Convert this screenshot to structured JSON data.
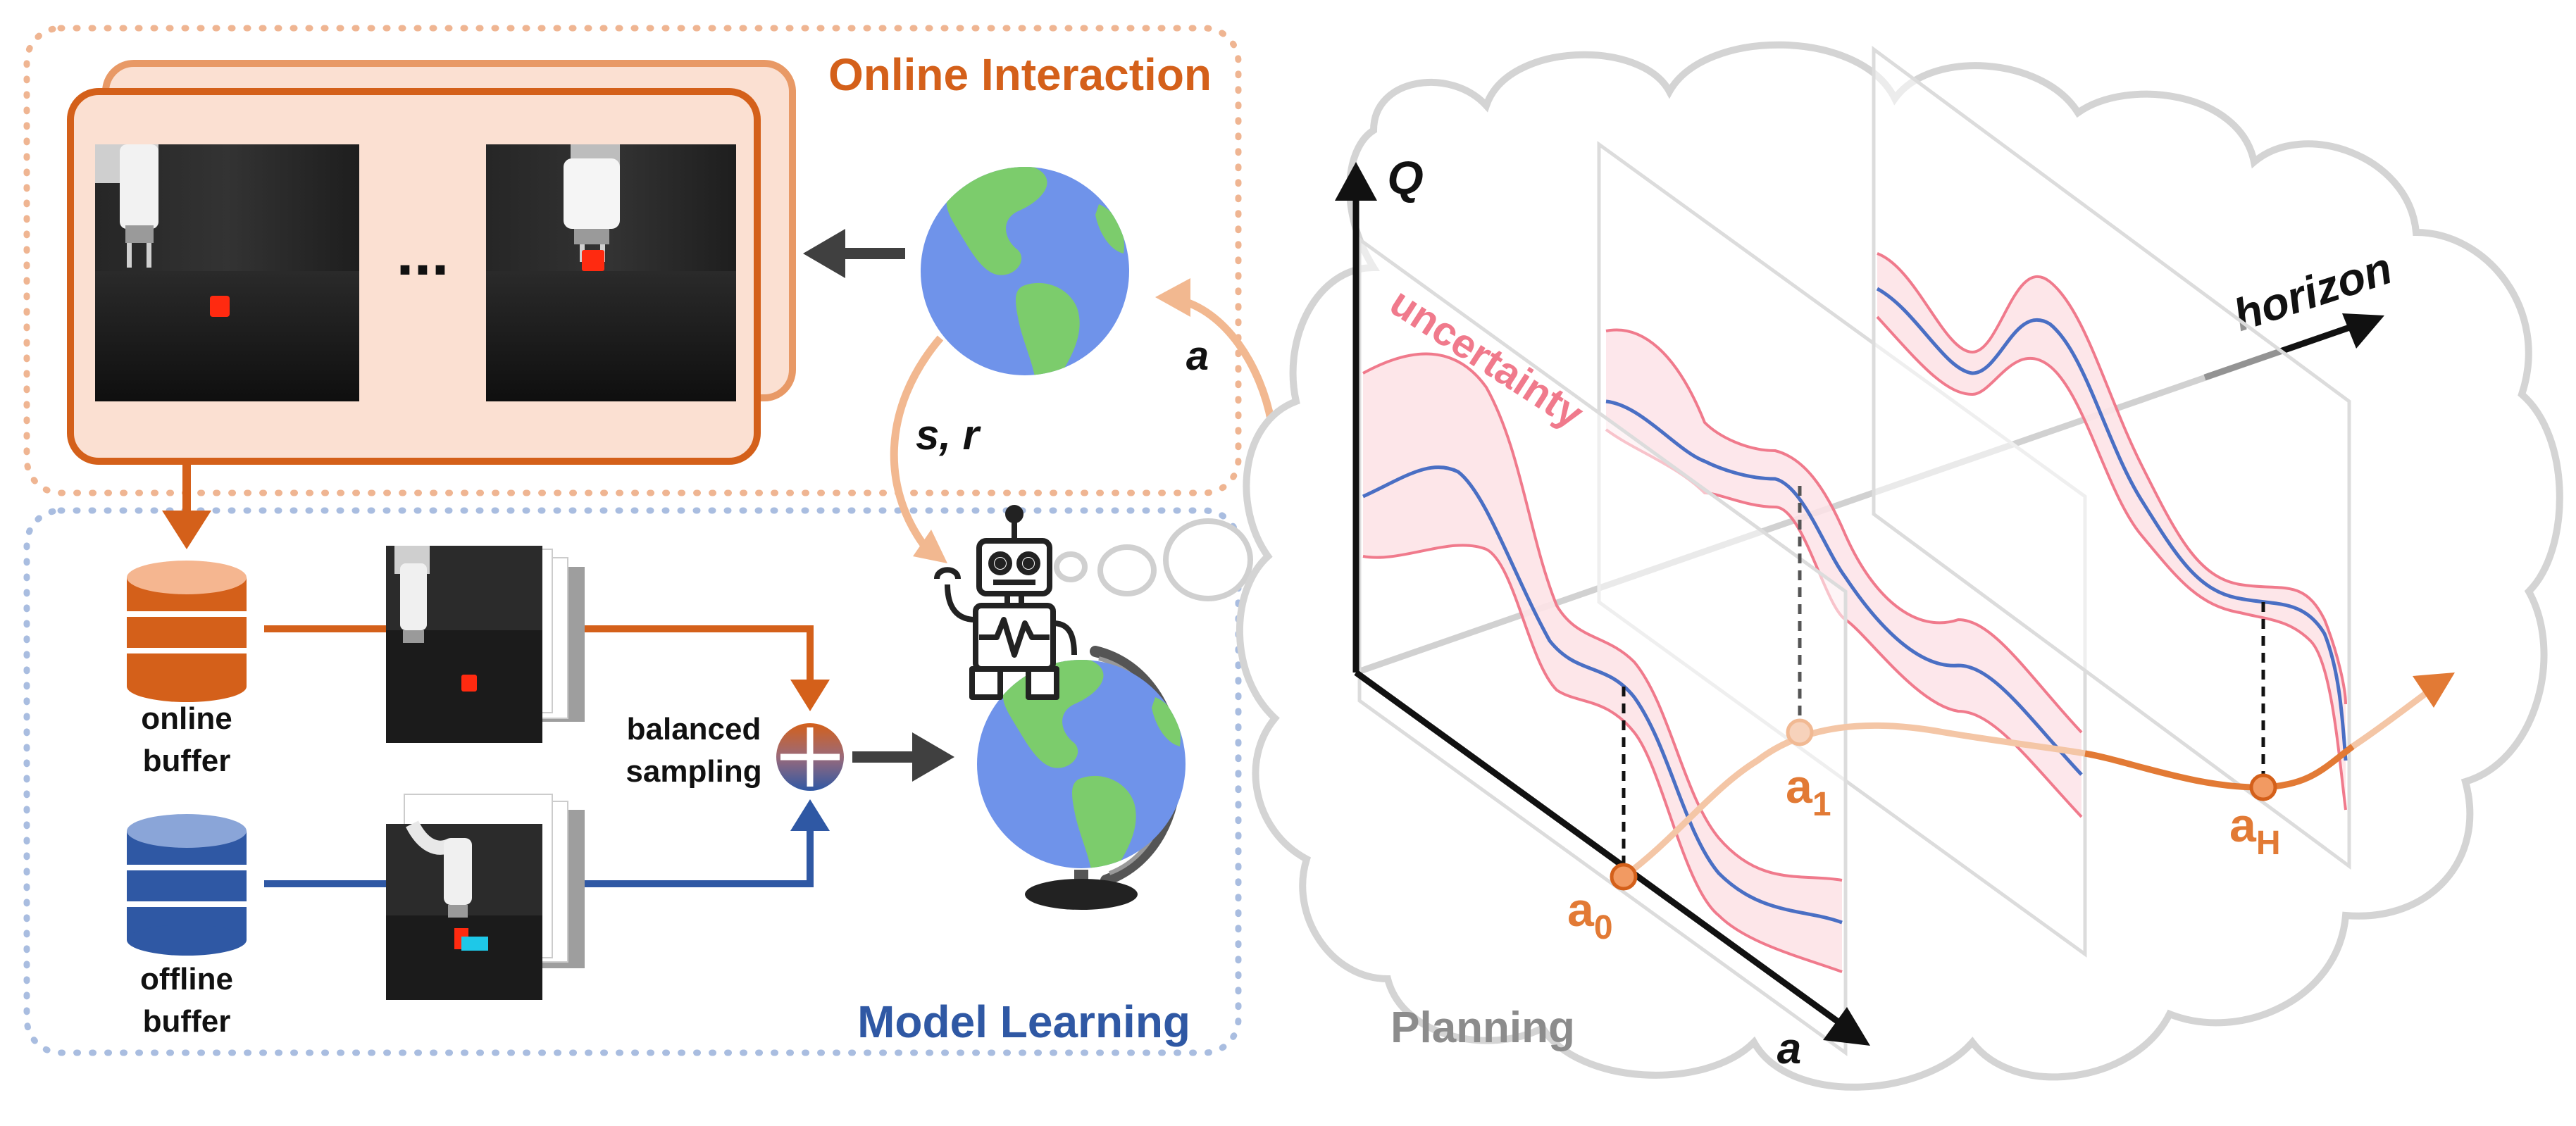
{
  "online_interaction": {
    "title": "Online Interaction",
    "ellipsis": "...",
    "frames": [
      "robot-start-frame",
      "robot-grasp-frame"
    ]
  },
  "model_learning": {
    "title": "Model Learning",
    "online_buffer": [
      "online",
      "buffer"
    ],
    "offline_buffer": [
      "offline",
      "buffer"
    ],
    "sampling": [
      "balanced",
      "sampling"
    ]
  },
  "transitions": {
    "state_reward": "s, r",
    "action": "a"
  },
  "planning": {
    "title": "Planning",
    "axis_q": "Q",
    "axis_a": "a",
    "axis_horizon": "horizon",
    "uncertainty": "uncertainty",
    "actions": [
      {
        "main": "a",
        "sub": "0"
      },
      {
        "main": "a",
        "sub": "1"
      },
      {
        "main": "a",
        "sub": "H"
      }
    ]
  },
  "colors": {
    "online": "#d4601a",
    "online_light": "#e89966",
    "online_fill": "#fbe0d2",
    "offline": "#2f58a4",
    "offline_light": "#8aa5d8",
    "uncertainty": "#f07a8c",
    "uncertainty_fill": "#fde3e7",
    "mean_curve": "#4a6fc4",
    "planning_gray": "#8c8c8c",
    "earth_ocean": "#6f93ea",
    "earth_land": "#7ccc6c"
  },
  "icons": [
    "earth-globe-icon",
    "robot-icon",
    "desk-globe-icon",
    "database-icon",
    "sum-icon",
    "thought-cloud-icon"
  ]
}
